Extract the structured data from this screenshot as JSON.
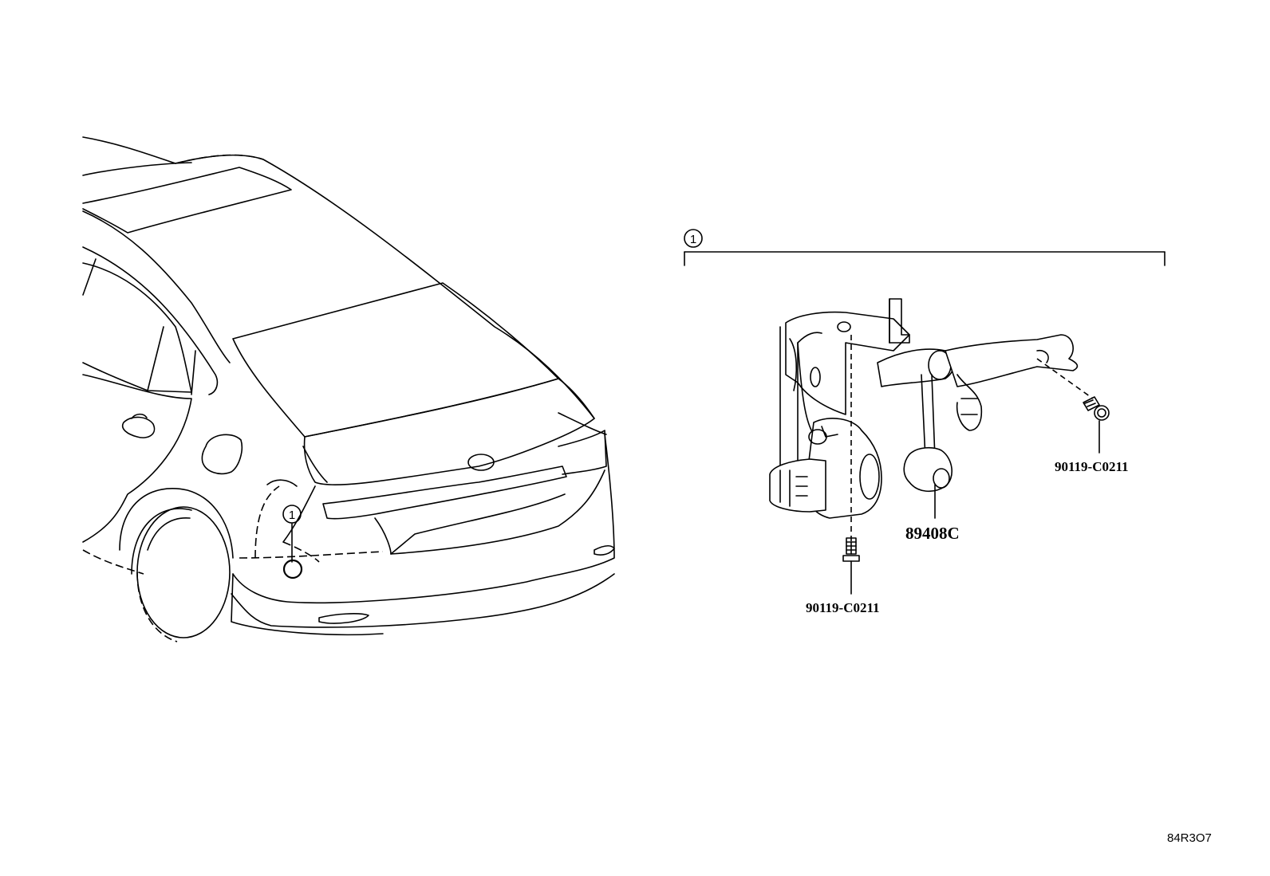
{
  "callouts": {
    "group_marker": "1",
    "car_marker": "1"
  },
  "parts": {
    "sensor": "89408C",
    "bolt_lower": "90119-C0211",
    "bolt_right": "90119-C0211"
  },
  "figure_code": "84R3O7"
}
